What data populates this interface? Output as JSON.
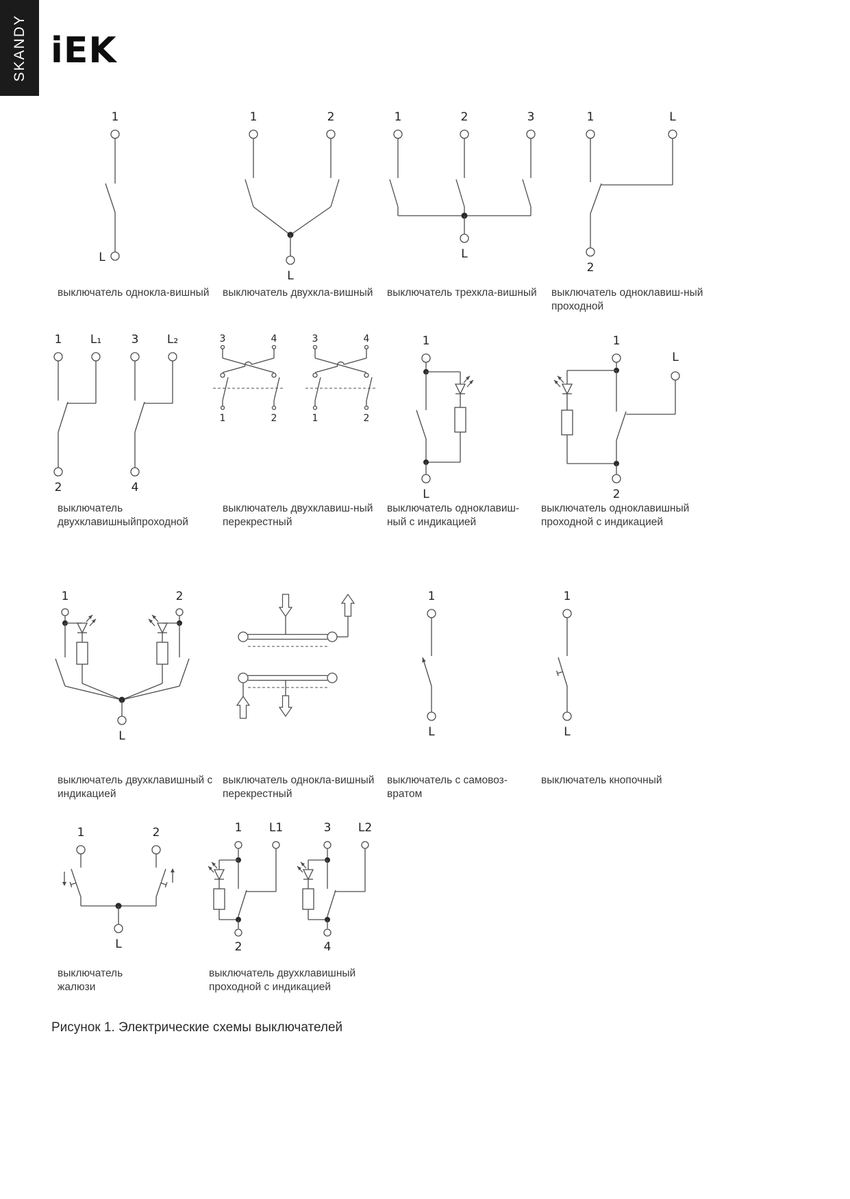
{
  "sidebar": {
    "series": "SKANDY"
  },
  "brand": {
    "logo": "iEK"
  },
  "figure": {
    "caption": "Рисунок 1. Электрические схемы выключателей"
  },
  "diagrams": {
    "d1": {
      "caption": "выключатель однокла-вишный",
      "labels": {
        "t1": "1",
        "tL": "L"
      }
    },
    "d2": {
      "caption": "выключатель двухкла-вишный",
      "labels": {
        "t1": "1",
        "t2": "2",
        "tL": "L"
      }
    },
    "d3": {
      "caption": "выключатель трехкла-вишный",
      "labels": {
        "t1": "1",
        "t2": "2",
        "t3": "3",
        "tL": "L"
      }
    },
    "d4": {
      "caption": "выключатель одноклавиш-ный\nпроходной",
      "labels": {
        "t1": "1",
        "tL": "L",
        "t2": "2"
      }
    },
    "d5": {
      "caption": "выключатель\nдвухклавишныйпроходной",
      "labels": {
        "t1": "1",
        "tL1": "L₁",
        "t2": "2",
        "t3": "3",
        "tL2": "L₂",
        "t4": "4"
      }
    },
    "d6": {
      "caption": "выключатель двухклавиш-ный\nперекрестный",
      "labels": {
        "top_a": "3",
        "top_b": "4",
        "bot_a": "1",
        "bot_b": "2"
      }
    },
    "d7": {
      "caption": "выключатель одноклавиш-\nный с индикацией",
      "labels": {
        "t1": "1",
        "tL": "L"
      }
    },
    "d8": {
      "caption": "выключатель одноклавишный\nпроходной с индикацией",
      "labels": {
        "t1": "1",
        "tL": "L",
        "t2": "2"
      }
    },
    "d9": {
      "caption": "выключатель двухклавишный с\nиндикацией",
      "labels": {
        "t1": "1",
        "t2": "2",
        "tL": "L"
      }
    },
    "d10": {
      "caption": "выключатель однокла-вишный\nперекрестный"
    },
    "d11": {
      "caption": "выключатель с самовоз-\nвратом",
      "labels": {
        "t1": "1",
        "tL": "L"
      }
    },
    "d12": {
      "caption": "выключатель кнопочный",
      "labels": {
        "t1": "1",
        "tL": "L"
      }
    },
    "d13": {
      "caption": "выключатель\nжалюзи",
      "labels": {
        "t1": "1",
        "t2": "2",
        "tL": "L"
      }
    },
    "d14": {
      "caption": "выключатель двухклавишный\nпроходной с индикацией",
      "labels": {
        "t1": "1",
        "tL1": "L1",
        "t2": "2",
        "t3": "3",
        "tL2": "L2",
        "t4": "4"
      }
    }
  }
}
